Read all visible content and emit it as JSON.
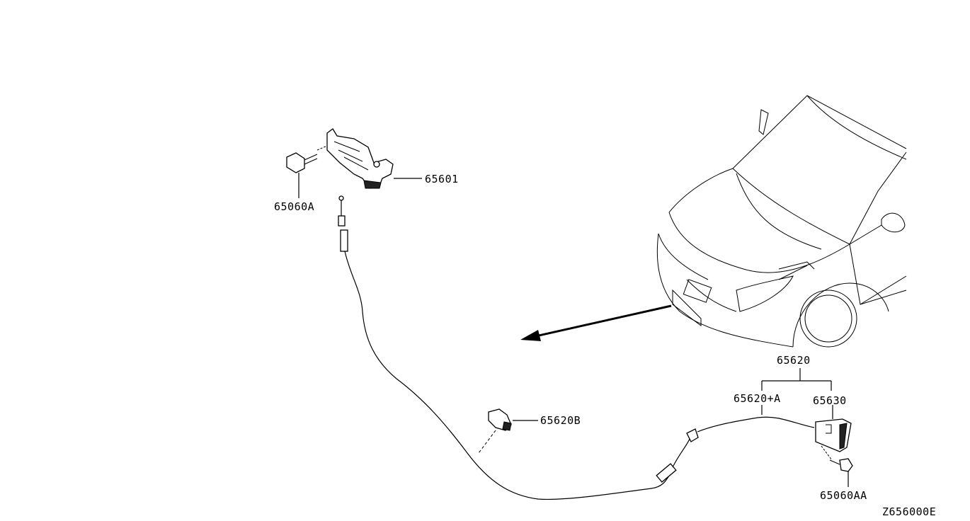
{
  "diagram": {
    "parts": {
      "hood_lock": "65601",
      "bolt_lock": "65060A",
      "clip": "65620B",
      "cable_assembly": "65620",
      "cable": "65620+A",
      "handle": "65630",
      "bolt_handle": "65060AA"
    },
    "diagram_code": "Z656000E"
  }
}
